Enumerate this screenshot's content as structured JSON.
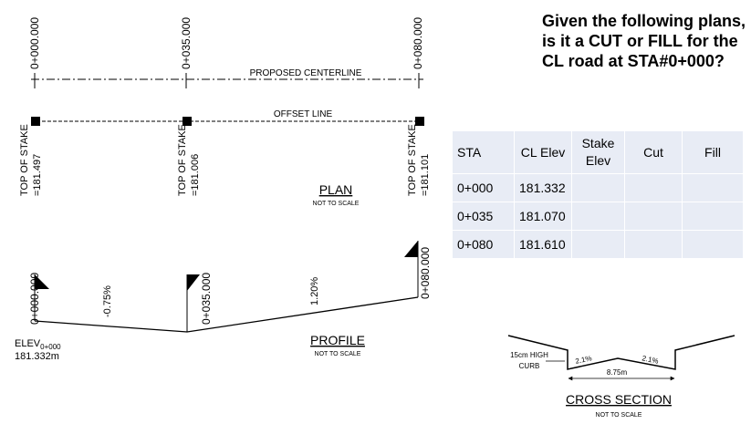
{
  "question": "Given the following plans, is it a CUT or FILL for the CL road at STA#0+000?",
  "plan": {
    "stations": [
      "0+000.000",
      "0+035.000",
      "0+080.000"
    ],
    "centerline_label": "PROPOSED CENTERLINE",
    "offset_label": "OFFSET LINE",
    "stakes": [
      {
        "label": "TOP OF STAKE",
        "elev": "=181.497"
      },
      {
        "label": "TOP OF STAKE",
        "elev": "=181.006"
      },
      {
        "label": "TOP OF STAKE",
        "elev": "=181.101"
      }
    ],
    "title": "PLAN",
    "scale": "NOT TO SCALE"
  },
  "profile": {
    "stations": [
      "0+000.000",
      "0+035.000",
      "0+080.000"
    ],
    "grades": [
      "-0.75%",
      "1.20%"
    ],
    "elev_label": "ELEV",
    "elev_sub": "0+000",
    "elev_value": "181.332m",
    "title": "PROFILE",
    "scale": "NOT TO SCALE"
  },
  "table": {
    "headers": {
      "sta": "STA",
      "cl": "CL Elev",
      "stake_1": "Stake",
      "stake_2": "Elev",
      "cut": "Cut",
      "fill": "Fill"
    },
    "rows": [
      {
        "sta": "0+000",
        "cl": "181.332",
        "stake": "",
        "cut": "",
        "fill": ""
      },
      {
        "sta": "0+035",
        "cl": "181.070",
        "stake": "",
        "cut": "",
        "fill": ""
      },
      {
        "sta": "0+080",
        "cl": "181.610",
        "stake": "",
        "cut": "",
        "fill": ""
      }
    ]
  },
  "cross_section": {
    "curb_1": "15cm HIGH",
    "curb_2": "CURB",
    "slope_left": "2.1%",
    "slope_right": "2.1%",
    "width": "8.75m",
    "title": "CROSS SECTION",
    "scale": "NOT TO SCALE"
  }
}
